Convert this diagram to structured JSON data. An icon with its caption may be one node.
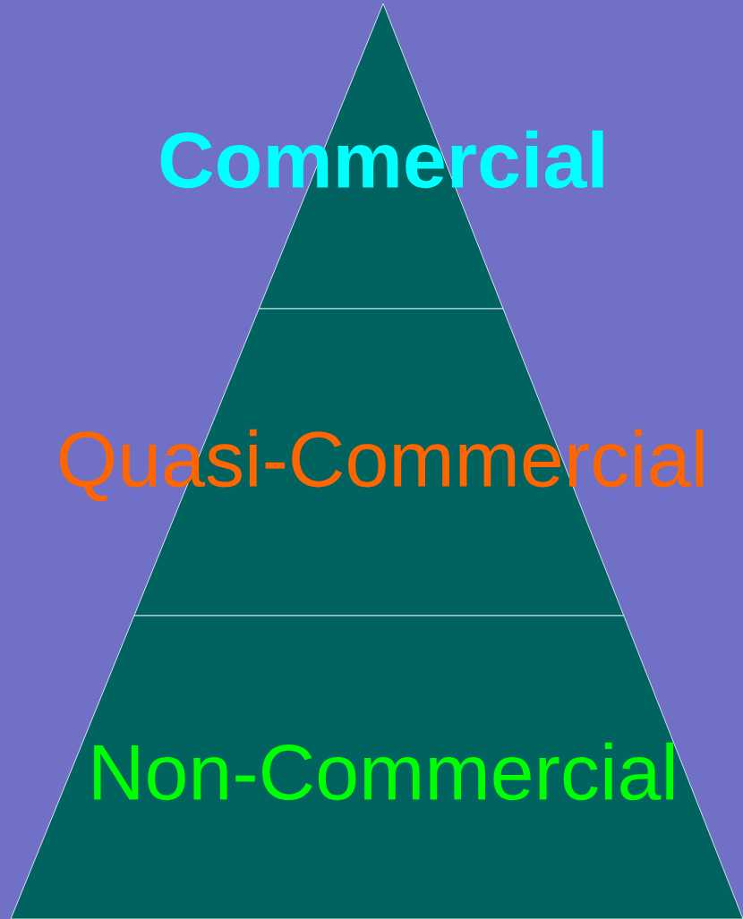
{
  "diagram": {
    "nodes": [
      {
        "text": [
          "Commercial"
        ]
      },
      {
        "text": [
          "Quasi-Commercial"
        ]
      },
      {
        "text": [
          "Non-Commercial"
        ]
      }
    ]
  }
}
